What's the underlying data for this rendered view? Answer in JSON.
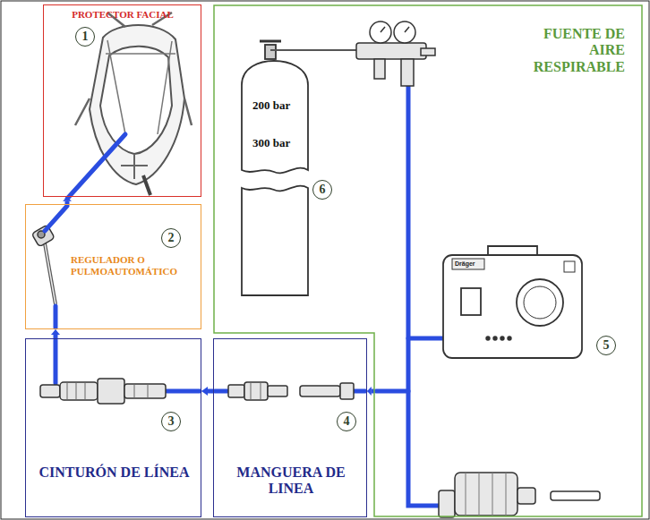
{
  "diagram": {
    "nodes": [
      {
        "text": [
          "PROTECTOR FACIAL"
        ]
      },
      {
        "text": [
          "REGULADOR O PULMOAUTOMÁTICO"
        ]
      },
      {
        "text": [
          "CINTURÓN DE LÍNEA"
        ]
      },
      {
        "text": [
          "MANGUERA DE LINEA"
        ]
      },
      {
        "text": [
          "FUENTE DE AIRE RESPIRABLE"
        ]
      }
    ],
    "edges": [
      {
        "from": 4,
        "to": 3,
        "arrow": "to"
      },
      {
        "from": 3,
        "to": 2,
        "arrow": "to"
      },
      {
        "from": 2,
        "to": 1,
        "arrow": "to"
      },
      {
        "from": 1,
        "to": 0,
        "arrow": "to"
      }
    ],
    "labels": [
      "1",
      "2",
      "3",
      "4",
      "5",
      "6",
      "200 bar",
      "300 bar",
      "Dräger"
    ]
  }
}
